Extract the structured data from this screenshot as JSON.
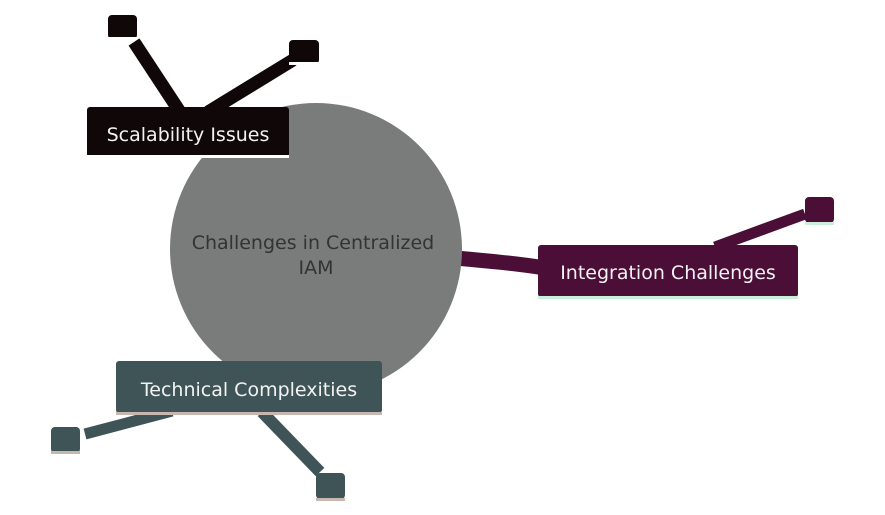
{
  "mindmap": {
    "root": {
      "line1": "Challenges in Centralized",
      "line2": "IAM"
    },
    "branches": [
      {
        "label": "Scalability Issues",
        "color": "#0f0708",
        "underline": "#ffffff"
      },
      {
        "label": "Integration Challenges",
        "color": "#4b0e36",
        "underline": "#c9f0d9"
      },
      {
        "label": "Technical Complexities",
        "color": "#3f5457",
        "underline": "#c8b6b0"
      }
    ],
    "colors": {
      "root": "#7a7c7b",
      "label_text": "#f2f2f2",
      "root_text": "#333333"
    }
  }
}
